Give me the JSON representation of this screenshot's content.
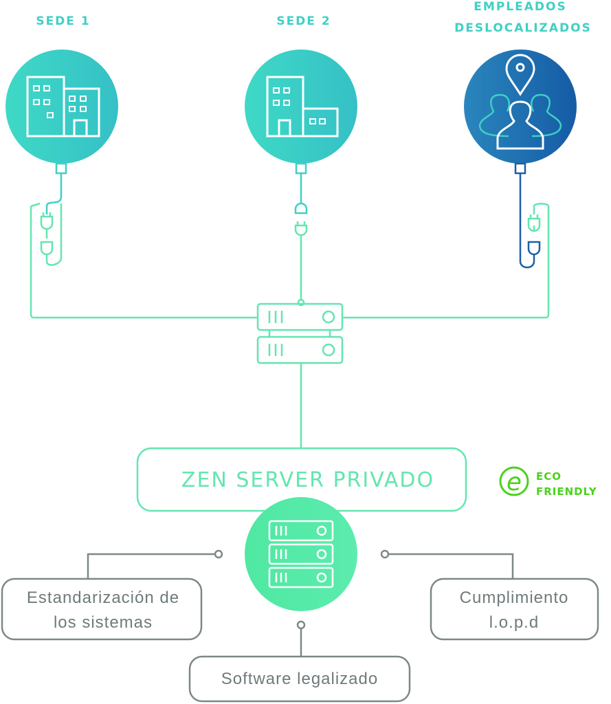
{
  "locations": [
    {
      "label": "SEDE 1"
    },
    {
      "label": "SEDE 2"
    },
    {
      "label_line1": "EMPLEADOS",
      "label_line2": "DESLOCALIZADOS"
    }
  ],
  "server": {
    "title": "ZEN SERVER PRIVADO"
  },
  "eco": {
    "line1": "ECO",
    "line2": "FRIENDLY"
  },
  "features": {
    "left": {
      "line1": "Estandarización de",
      "line2": "los sistemas"
    },
    "right": {
      "line1": "Cumplimiento",
      "line2": "l.o.p.d"
    },
    "bottom": {
      "line1": "Software legalizado"
    }
  },
  "colors": {
    "teal": "#3fd0c4",
    "blue": "#1c5fa6",
    "green": "#62e6b0",
    "grey": "#7d8787",
    "eco": "#4bd11c"
  }
}
